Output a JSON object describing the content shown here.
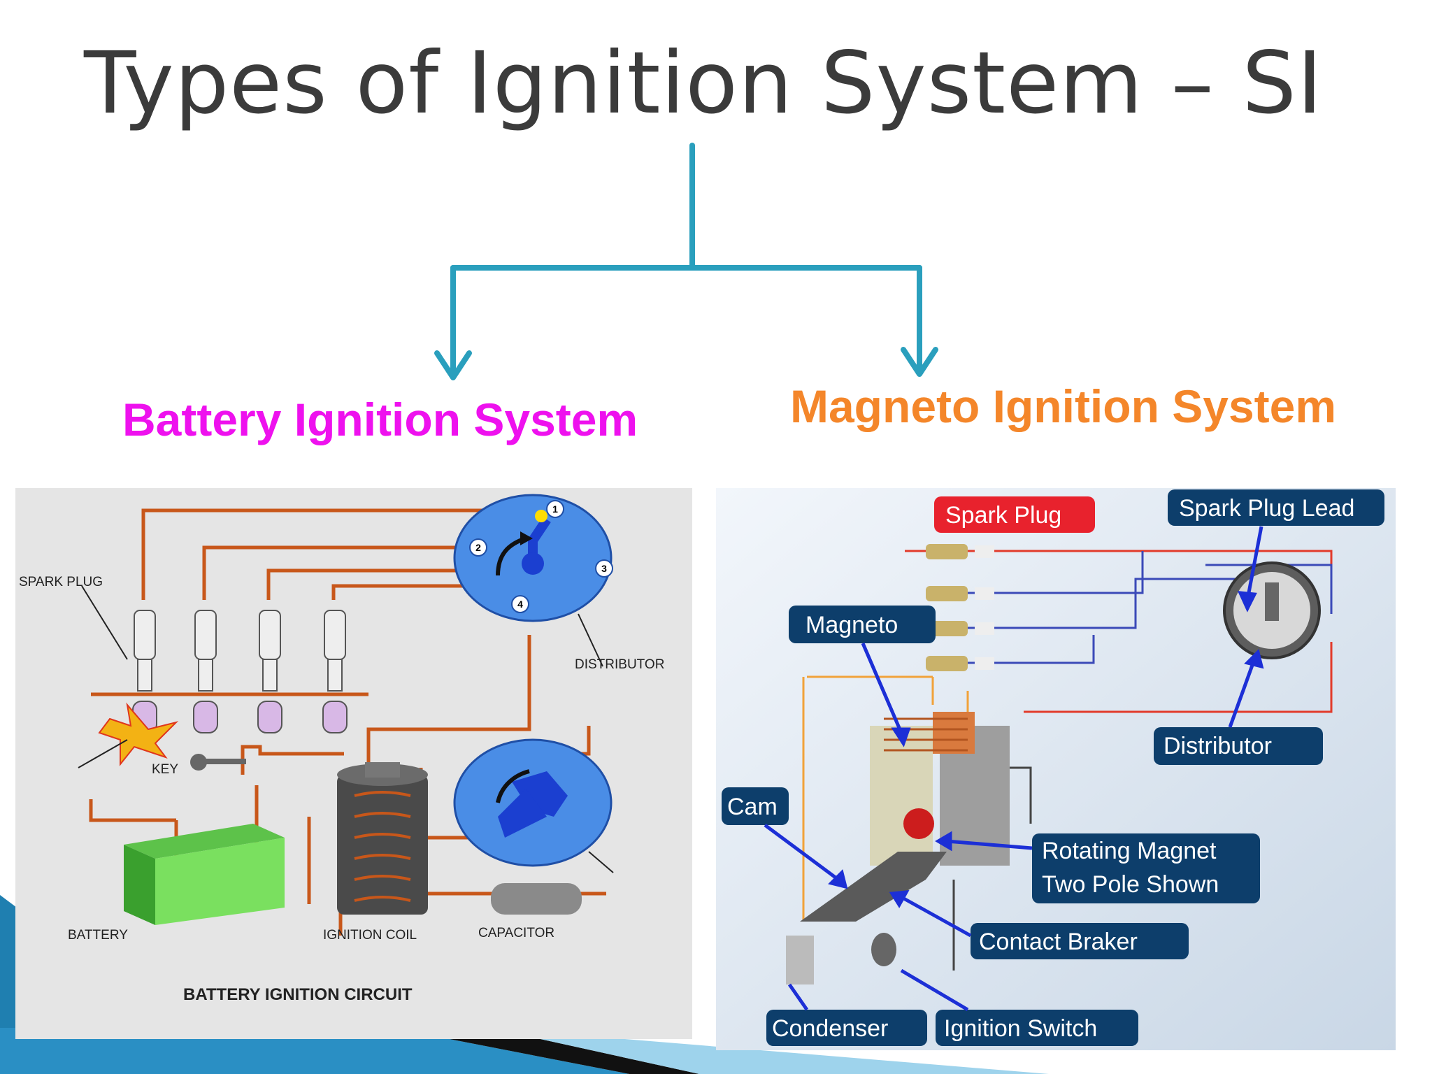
{
  "slide": {
    "title": "Types of Ignition System – SI",
    "branches": [
      {
        "label": "Battery Ignition System",
        "color": "#ee11ee"
      },
      {
        "label": "Magneto Ignition System",
        "color": "#f4862a"
      }
    ],
    "connector_color": "#2a9fbd"
  },
  "battery_diagram": {
    "labels": {
      "spark_plug": "SPARK PLUG",
      "distributor": "DISTRIBUTOR",
      "key": "KEY",
      "battery": "BATTERY",
      "ignition_coil": "IGNITION COIL",
      "capacitor": "CAPACITOR",
      "caption": "BATTERY IGNITION CIRCUIT"
    },
    "distributor_numbers": [
      "1",
      "2",
      "3",
      "4"
    ]
  },
  "magneto_diagram": {
    "labels": {
      "spark_plug": "Spark Plug",
      "spark_plug_lead": "Spark Plug Lead",
      "magneto": "Magneto",
      "distributor": "Distributor",
      "cam": "Cam",
      "rotating_magnet_line1": "Rotating Magnet",
      "rotating_magnet_line2": "Two Pole Shown",
      "contact_braker": "Contact Braker",
      "condenser": "Condenser",
      "ignition_switch": "Ignition Switch"
    }
  }
}
